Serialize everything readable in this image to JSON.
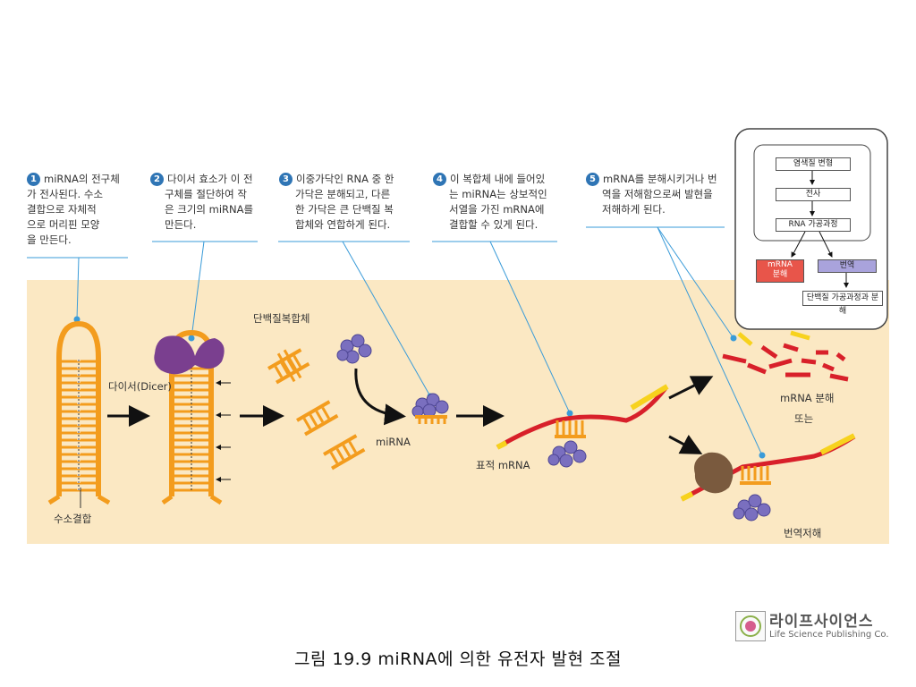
{
  "steps": [
    {
      "num": "1",
      "lines": [
        "miRNA의 전구체",
        "가 전사된다. 수소",
        "결합으로  자체적",
        "으로 머리핀 모양",
        "을 만든다."
      ]
    },
    {
      "num": "2",
      "lines": [
        "다이서 효소가 이 전",
        "구체를 절단하여 작",
        "은 크기의 miRNA를",
        "만든다."
      ]
    },
    {
      "num": "3",
      "lines": [
        "이중가닥인 RNA 중 한",
        "가닥은 분해되고, 다른",
        "한 가닥은 큰 단백질 복",
        "합체와 연합하게 된다."
      ]
    },
    {
      "num": "4",
      "lines": [
        "이 복합체 내에 들어있",
        "는 miRNA는 상보적인",
        "서열을 가진 mRNA에",
        "결합할 수 있게 된다."
      ]
    },
    {
      "num": "5",
      "lines": [
        "mRNA를 분해시키거나 번",
        "역을 저해함으로써 발현을",
        "저해하게 된다."
      ]
    }
  ],
  "labels": {
    "hydrogen_bond": "수소결합",
    "dicer": "다이서(Dicer)",
    "protein_complex": "단백질복합체",
    "mirna": "miRNA",
    "target_mrna": "표적 mRNA",
    "mrna_degradation": "mRNA 분해",
    "or": "또는",
    "translation_inhibition": "번역저해"
  },
  "inset": {
    "chromatin": "염색질 변형",
    "transcription": "전사",
    "rna_processing": "RNA 가공과정",
    "mrna_degradation": "mRNA\n분해",
    "translation": "번역",
    "protein_processing": "단백질 가공과정과 분해"
  },
  "caption": "그림 19.9  miRNA에 의한 유전자 발현 조절",
  "publisher": {
    "korean": "라이프사이언스",
    "english": "Life Science Publishing Co."
  },
  "colors": {
    "background_panel": "#fbe8c3",
    "rna": "#f39c1d",
    "mrna": "#d8202a",
    "protein": "#7a6fbf",
    "dicer": "#7a3f8f",
    "leader": "#3a9bd8",
    "yellow": "#f7d21d"
  }
}
